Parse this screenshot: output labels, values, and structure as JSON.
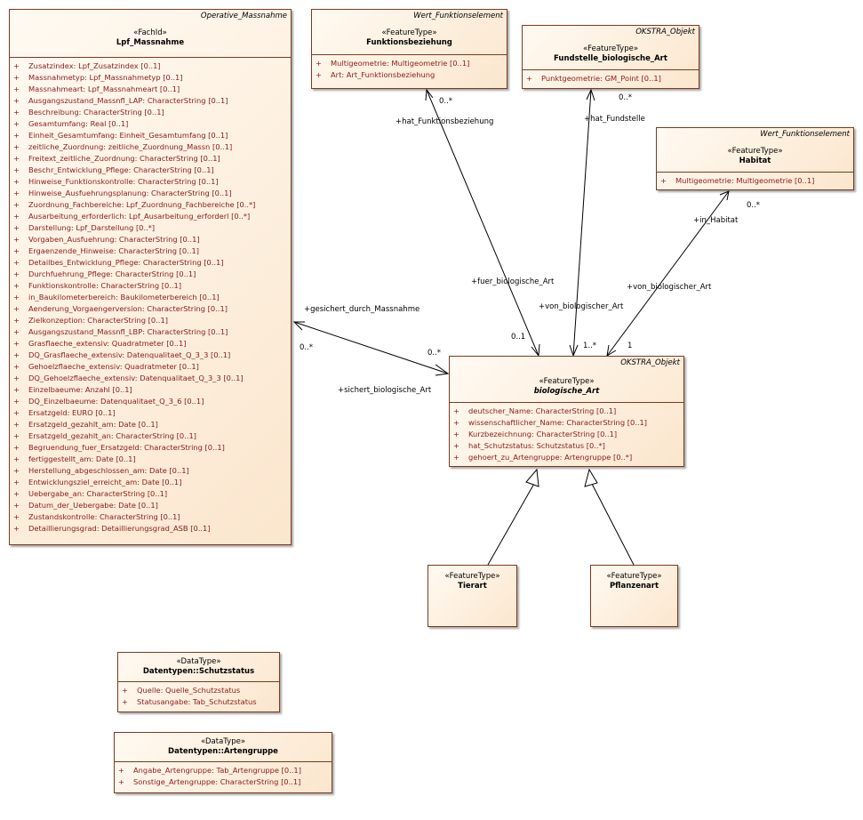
{
  "classes": {
    "lpf_massnahme": {
      "owner": "Operative_Massnahme",
      "stereotype": "«FachId»",
      "name": "Lpf_Massnahme",
      "attributes": [
        "Zusatzindex: Lpf_Zusatzindex [0..1]",
        "Massnahmetyp: Lpf_Massnahmetyp [0..1]",
        "Massnahmeart: Lpf_Massnahmeart [0..1]",
        "Ausgangszustand_Massnfl_LAP: CharacterString [0..1]",
        "Beschreibung: CharacterString [0..1]",
        "Gesamtumfang: Real [0..1]",
        "Einheit_Gesamtumfang: Einheit_Gesamtumfang [0..1]",
        "zeitliche_Zuordnung: zeitliche_Zuordnung_Massn [0..1]",
        "Freitext_zeitliche_Zuordnung: CharacterString [0..1]",
        "Beschr_Entwicklung_Pflege: CharacterString [0..1]",
        "Hinweise_Funktionskontrolle: CharacterString [0..1]",
        "Hinweise_Ausfuehrungsplanung: CharacterString [0..1]",
        "Zuordnung_Fachbereiche: Lpf_Zuordnung_Fachbereiche [0..*]",
        "Ausarbeitung_erforderlich: Lpf_Ausarbeitung_erforderl [0..*]",
        "Darstellung: Lpf_Darstellung [0..*]",
        "Vorgaben_Ausfuehrung: CharacterString [0..1]",
        "Ergaenzende_Hinweise: CharacterString [0..1]",
        "Detailbes_Entwicklung_Pflege: CharacterString [0..1]",
        "Durchfuehrung_Pflege: CharacterString [0..1]",
        "Funktionskontrolle: CharacterString [0..1]",
        "in_Baukilometerbereich: Baukilometerbereich [0..1]",
        "Aenderung_Vorgaengerversion: CharacterString [0..1]",
        "Zielkonzeption: CharacterString [0..1]",
        "Ausgangszustand_Massnfl_LBP: CharacterString [0..1]",
        "Grasflaeche_extensiv: Quadratmeter [0..1]",
        "DQ_Grasflaeche_extensiv: Datenqualitaet_Q_3_3 [0..1]",
        "Gehoelzflaeche_extensiv: Quadratmeter [0..1]",
        "DQ_Gehoelzflaeche_extensiv: Datenqualitaet_Q_3_3 [0..1]",
        "Einzelbaeume: Anzahl [0..1]",
        "DQ_Einzelbaeume: Datenqualitaet_Q_3_6 [0..1]",
        "Ersatzgeld: EURO [0..1]",
        "Ersatzgeld_gezahlt_am: Date [0..1]",
        "Ersatzgeld_gezahlt_an: CharacterString [0..1]",
        "Begruendung_fuer_Ersatzgeld: CharacterString [0..1]",
        "fertiggestellt_am: Date [0..1]",
        "Herstellung_abgeschlossen_am: Date [0..1]",
        "Entwicklungsziel_erreicht_am: Date [0..1]",
        "Uebergabe_an: CharacterString [0..1]",
        "Datum_der_Uebergabe: Date [0..1]",
        "Zustandskontrolle: CharacterString [0..1]",
        "Detaillierungsgrad: Detaillierungsgrad_ASB [0..1]"
      ]
    },
    "funktionsbeziehung": {
      "owner": "Wert_Funktionselement",
      "stereotype": "«FeatureType»",
      "name": "Funktionsbeziehung",
      "attributes": [
        "Multigeometrie: Multigeometrie [0..1]",
        "Art: Art_Funktionsbeziehung"
      ]
    },
    "fundstelle": {
      "owner": "OKSTRA_Objekt",
      "stereotype": "«FeatureType»",
      "name": "Fundstelle_biologische_Art",
      "attributes": [
        "Punktgeometrie: GM_Point [0..1]"
      ]
    },
    "habitat": {
      "owner": "Wert_Funktionselement",
      "stereotype": "«FeatureType»",
      "name": "Habitat",
      "attributes": [
        "Multigeometrie: Multigeometrie [0..1]"
      ]
    },
    "biologische_art": {
      "owner": "OKSTRA_Objekt",
      "stereotype": "«FeatureType»",
      "name": "biologische_Art",
      "attributes": [
        "deutscher_Name: CharacterString [0..1]",
        "wissenschaftlicher_Name: CharacterString [0..1]",
        "Kurzbezeichnung: CharacterString [0..1]",
        "hat_Schutzstatus: Schutzstatus [0..*]",
        "gehoert_zu_Artengruppe: Artengruppe [0..*]"
      ]
    },
    "tierart": {
      "stereotype": "«FeatureType»",
      "name": "Tierart"
    },
    "pflanzenart": {
      "stereotype": "«FeatureType»",
      "name": "Pflanzenart"
    },
    "schutzstatus": {
      "stereotype": "«DataType»",
      "name": "Datentypen::Schutzstatus",
      "attributes": [
        "Quelle: Quelle_Schutzstatus",
        "Statusangabe: Tab_Schutzstatus"
      ]
    },
    "artengruppe": {
      "stereotype": "«DataType»",
      "name": "Datentypen::Artengruppe",
      "attributes": [
        "Angabe_Artengruppe: Tab_Artengruppe [0..1]",
        "Sonstige_Artengruppe: CharacterString [0..1]"
      ]
    }
  },
  "attr_marker": "+",
  "labels": {
    "gesichert": "+gesichert_durch_Massnahme",
    "gesichert_mult": "0..*",
    "sichert": "+sichert_biologische_Art",
    "sichert_mult": "0..*",
    "hat_funktionsbeziehung": "+hat_Funktionsbeziehung",
    "hat_funktionsbeziehung_mult": "0..*",
    "fuer_biologische_art": "+fuer_biologische_Art",
    "fuer_mult": "0..1",
    "hat_fundstelle": "+hat_Fundstelle",
    "hat_fundstelle_mult": "0..*",
    "von_biologischer_art_1": "+von_biologischer_Art",
    "von1_mult": "1..*",
    "in_habitat": "+in_Habitat",
    "in_habitat_mult": "0..*",
    "von_biologischer_art_2": "+von_biologischer_Art",
    "von2_mult": "1"
  }
}
